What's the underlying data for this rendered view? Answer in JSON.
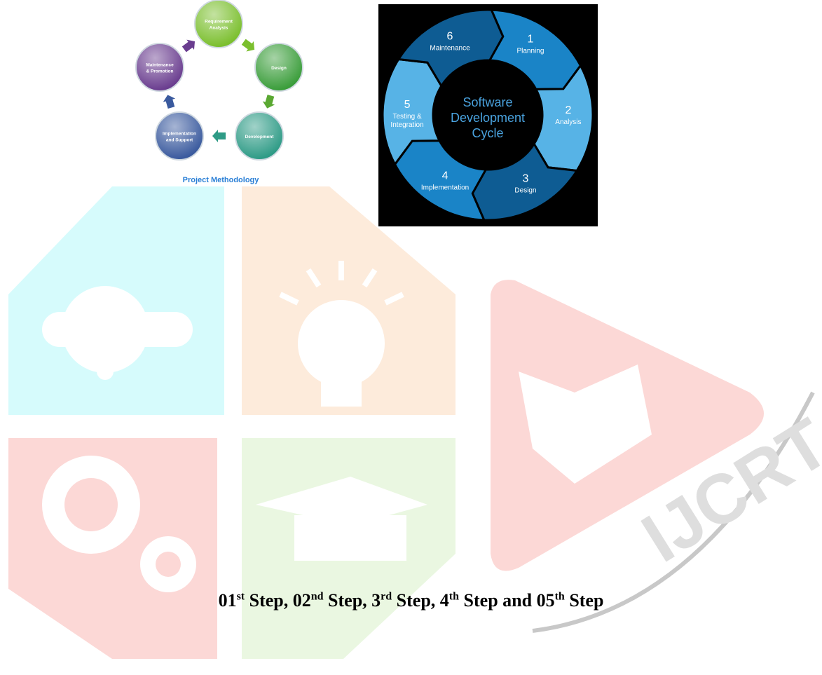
{
  "methodology": {
    "title": "Project Methodology",
    "nodes": [
      {
        "lines": [
          "Requirement",
          "Analysis"
        ],
        "color": "#7bbf2e"
      },
      {
        "lines": [
          "Design"
        ],
        "color": "#3a9d3a"
      },
      {
        "lines": [
          "Development"
        ],
        "color": "#2e9b86"
      },
      {
        "lines": [
          "Implementation",
          "and Support"
        ],
        "color": "#3a5a9e"
      },
      {
        "lines": [
          "Maintenance",
          "& Promotion"
        ],
        "color": "#6a3d8f"
      }
    ]
  },
  "sdlc": {
    "center": [
      "Software",
      "Development",
      "Cycle"
    ],
    "steps": [
      {
        "num": "1",
        "label": "Planning"
      },
      {
        "num": "2",
        "label": "Analysis"
      },
      {
        "num": "3",
        "label": "Design"
      },
      {
        "num": "4",
        "label": "Implementation"
      },
      {
        "num": "5",
        "label": "Testing &\nIntegration"
      },
      {
        "num": "6",
        "label": "Maintenance"
      }
    ]
  },
  "watermark": {
    "text": "IJCRT"
  },
  "caption": {
    "parts": [
      {
        "num": "01",
        "sup": "st",
        "after": " Step, "
      },
      {
        "num": "02",
        "sup": "nd",
        "after": " Step, "
      },
      {
        "num": "3",
        "sup": "rd",
        "after": " Step, "
      },
      {
        "num": "4",
        "sup": "th",
        "after": " Step and "
      },
      {
        "num": "05",
        "sup": "th",
        "after": " Step"
      }
    ]
  },
  "colors": {
    "cyan": "#d6fbfc",
    "orange": "#fdebdb",
    "red": "#fcd8d6",
    "green": "#eaf7e1",
    "sdlc_dark": "#0e5c93",
    "sdlc_mid": "#1a84c7",
    "sdlc_light": "#57b3e6"
  }
}
